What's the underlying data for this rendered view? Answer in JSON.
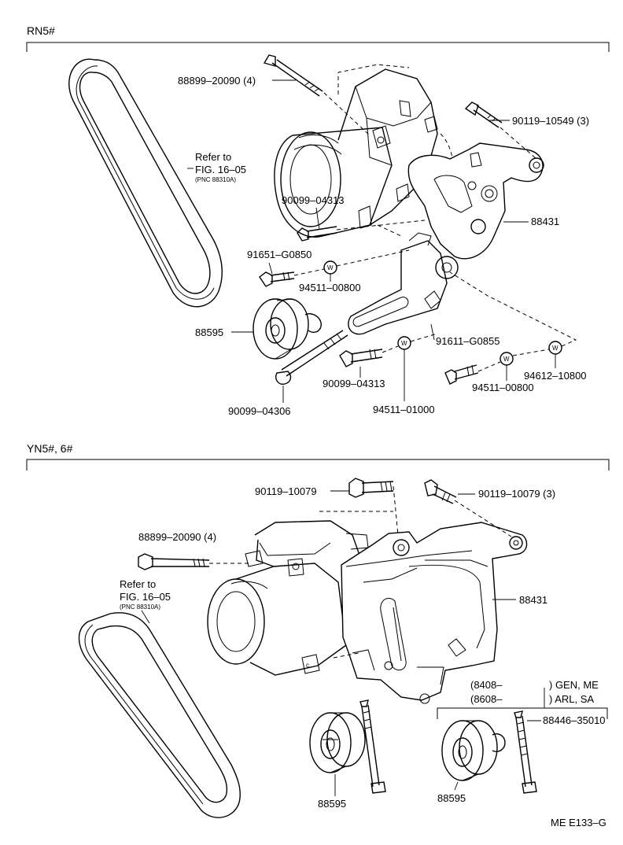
{
  "sections": {
    "top": {
      "title": "RN5#"
    },
    "bottom": {
      "title": "YN5#, 6#"
    }
  },
  "top": {
    "refer_line1": "Refer to",
    "refer_line2": "FIG. 16–05",
    "refer_line3": "(PNC 88310A)",
    "parts": {
      "p88899": "88899–20090 (4)",
      "p90119": "90119–10549 (3)",
      "p90099a": "90099–04313",
      "p88431": "88431",
      "p91651": "91651–G0850",
      "p94511a": "94511–00800",
      "p88595": "88595",
      "p91611": "91611–G0855",
      "p90099b": "90099–04313",
      "p94612": "94612–10800",
      "p94511b": "94511–00800",
      "p90099c": "90099–04306",
      "p94511c": "94511–01000"
    },
    "washer_mark": "W"
  },
  "bottom": {
    "refer_line1": "Refer to",
    "refer_line2": "FIG. 16–05",
    "refer_line3": "(PNC 88310A)",
    "parts": {
      "p90119a": "90119–10079",
      "p90119b": "90119–10079 (3)",
      "p88899": "88899–20090 (4)",
      "p88431": "88431",
      "p8408": "(8408–",
      "p8408_suffix": ") GEN, ME",
      "p8608": "(8608–",
      "p8608_suffix": ") ARL, SA",
      "p88446": "88446–35010",
      "p88595a": "88595",
      "p88595b": "88595"
    }
  },
  "footer_code": "ME E133–G"
}
